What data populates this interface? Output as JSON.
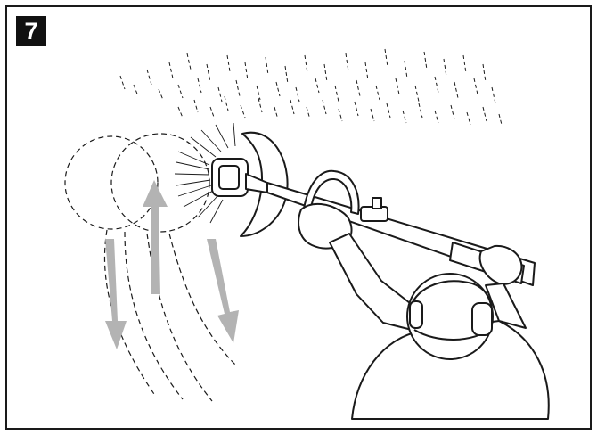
{
  "figure": {
    "number": "7"
  },
  "colors": {
    "ink": "#1a1a1a",
    "arrow": "#b3b3b3",
    "background": "#ffffff"
  },
  "icons": {
    "motion_arrows": "sweep-arrow-icon",
    "operator": "operator-figure",
    "tool": "brush-cutter-figure"
  }
}
